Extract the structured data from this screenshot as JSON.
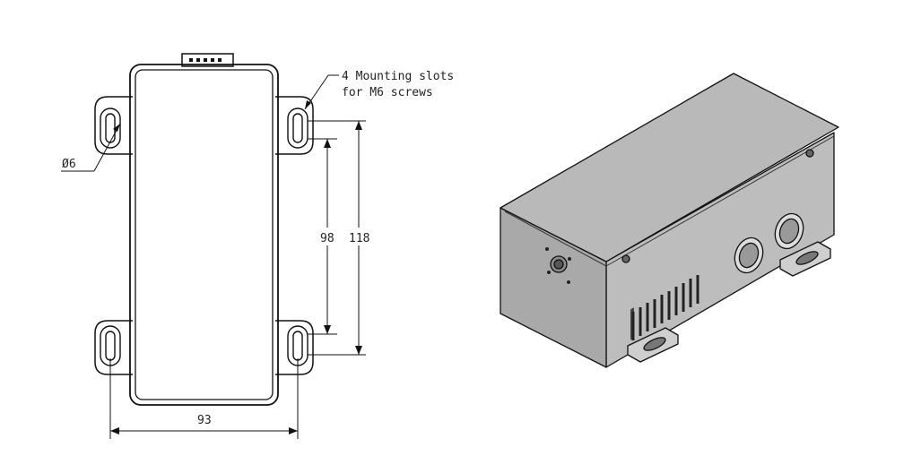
{
  "drawing": {
    "callout": {
      "line1": "4 Mounting slots",
      "line2": "for M6 screws"
    },
    "dimensions": {
      "hole_diameter": "Ø6",
      "inner_slot_spacing": "98",
      "outer_slot_spacing": "118",
      "width": "93"
    }
  },
  "colors": {
    "outline": "#111111",
    "box_top": "#b9b9b9",
    "box_front": "#a9a9a9",
    "box_side": "#bdbdbd"
  }
}
